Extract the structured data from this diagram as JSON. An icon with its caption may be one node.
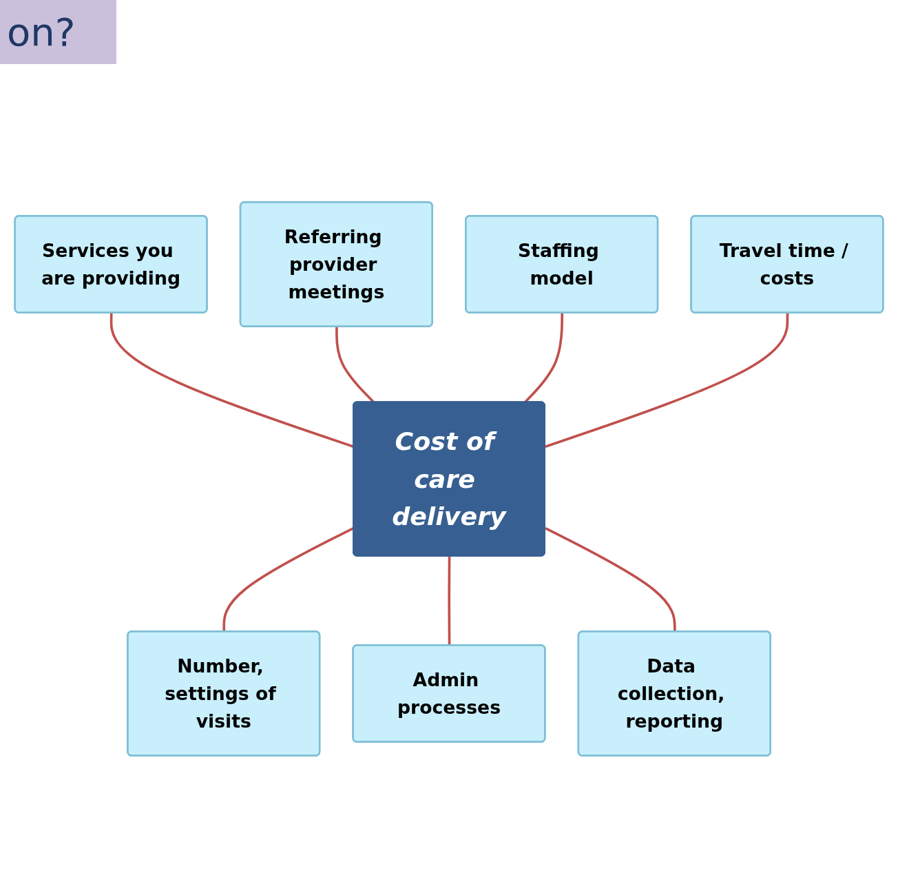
{
  "diagram": {
    "title": "on?",
    "nodes": [
      {
        "text": [
          "Services you are providing"
        ]
      },
      {
        "text": [
          "Referring provider meetings"
        ]
      },
      {
        "text": [
          "Staffing model"
        ]
      },
      {
        "text": [
          "Cost of care delivery"
        ]
      },
      {
        "text": [
          "Travel time / costs"
        ]
      },
      {
        "text": [
          "Number, settings of visits"
        ]
      },
      {
        "text": [
          "Admin processes"
        ]
      },
      {
        "text": [
          "Data collection, reporting"
        ]
      }
    ],
    "edges": [
      {
        "from": 0,
        "to": 3,
        "arrow": "none"
      },
      {
        "from": 1,
        "to": 3,
        "arrow": "none"
      },
      {
        "from": 2,
        "to": 3,
        "arrow": "none"
      },
      {
        "from": 4,
        "to": 3,
        "arrow": "none"
      },
      {
        "from": 3,
        "to": 5,
        "arrow": "none"
      },
      {
        "from": 3,
        "to": 6,
        "arrow": "none"
      },
      {
        "from": 3,
        "to": 7,
        "arrow": "none"
      }
    ]
  }
}
